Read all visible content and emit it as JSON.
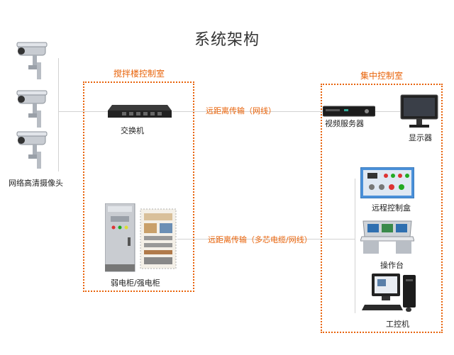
{
  "title": "系统架构",
  "groups": {
    "mixing_room": "搅拌楼控制室",
    "central_room": "集中控制室"
  },
  "links": {
    "network_line": "远距离传输（网线）",
    "multi_line": "远距离传输（多芯电缆/网线）"
  },
  "devices": {
    "cameras": "网络高清摄像头",
    "switch": "交换机",
    "nvr": "视频服务器",
    "monitor": "显示器",
    "cabinet": "弱电柜/强电柜",
    "remote_box": "远程控制盒",
    "console": "操作台",
    "ipc": "工控机"
  },
  "colors": {
    "accent": "#e8630a",
    "line": "#d2d2d2"
  }
}
